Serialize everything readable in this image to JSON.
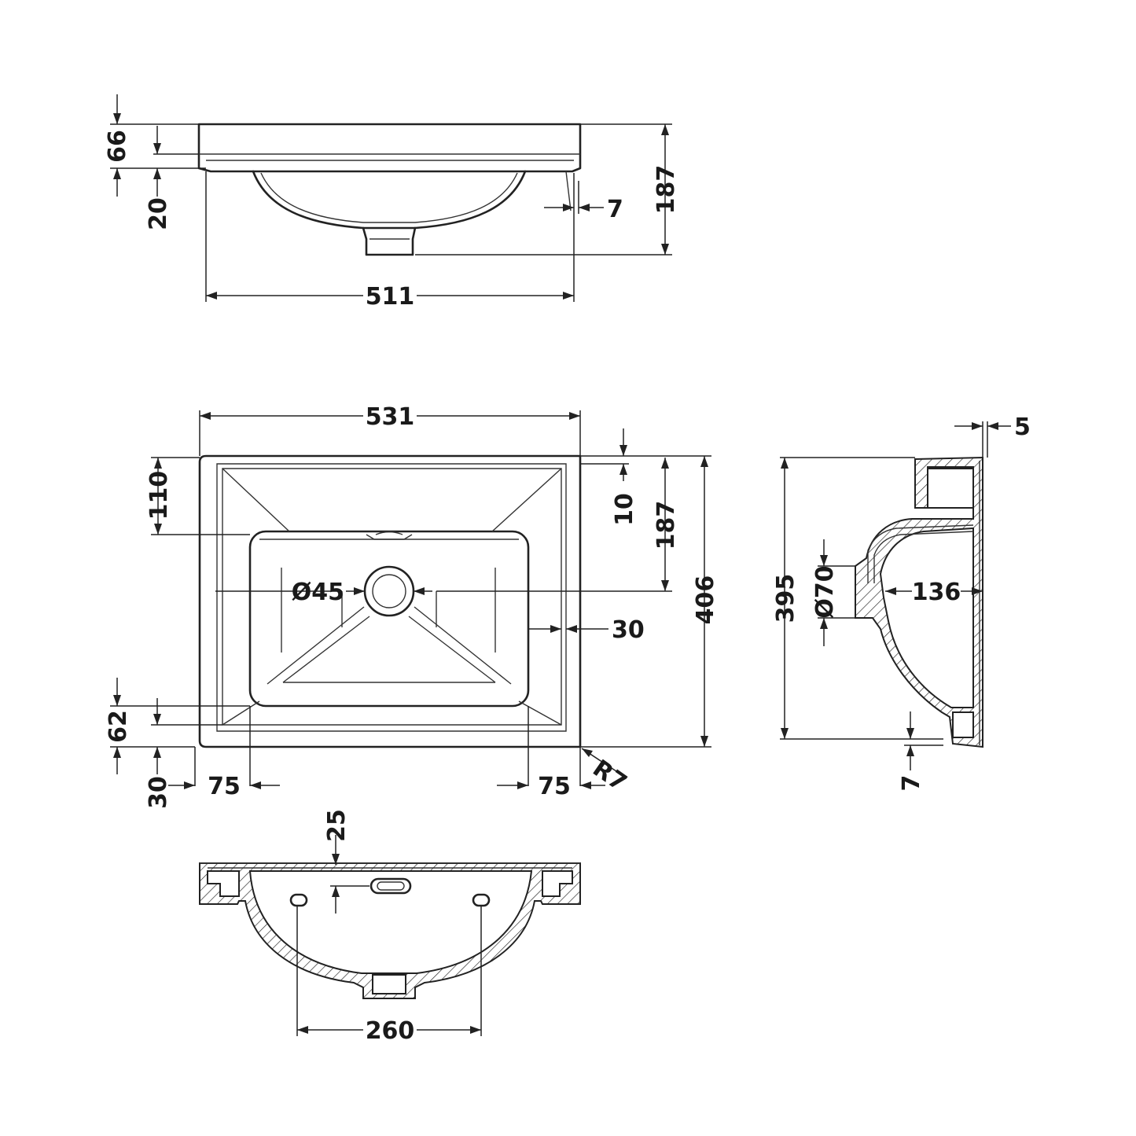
{
  "diagram": {
    "line_color": "#222222",
    "background": "#ffffff",
    "front_view": {
      "dims": {
        "height_66": "66",
        "height_20": "20",
        "height_187": "187",
        "offset_7": "7",
        "width_511": "511"
      }
    },
    "plan_view": {
      "dims": {
        "width_531": "531",
        "depth_110": "110",
        "offset_10": "10",
        "depth_187": "187",
        "waste_dia": "Ø45",
        "depth_406": "406",
        "inset_30": "30",
        "depth_62": "62",
        "depth_30": "30",
        "left_75": "75",
        "right_75": "75",
        "radius": "R7"
      }
    },
    "side_view": {
      "dims": {
        "top_5": "5",
        "height_395": "395",
        "overflow_dia": "Ø70",
        "depth_136": "136",
        "bottom_7": "7"
      }
    },
    "section_view": {
      "dims": {
        "depth_25": "25",
        "hole_spacing_260": "260"
      }
    }
  }
}
